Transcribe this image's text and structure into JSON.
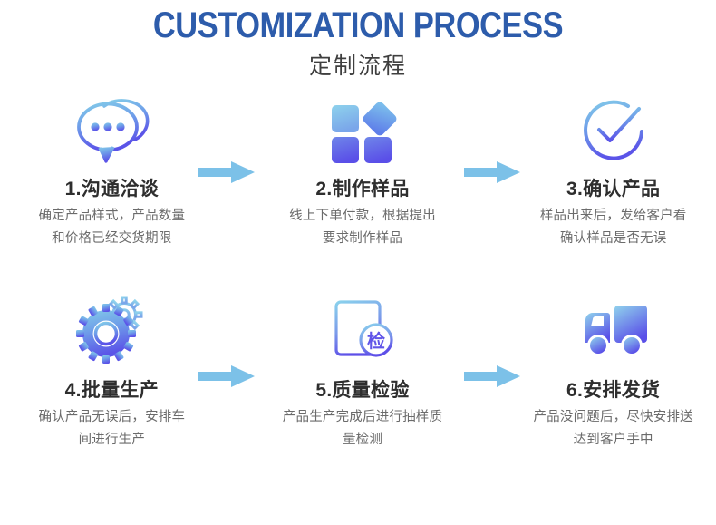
{
  "header": {
    "title_en": "CUSTOMIZATION PROCESS",
    "title_cn": "定制流程",
    "title_color": "#2d5cab",
    "subtitle_color": "#3f3f3f"
  },
  "theme": {
    "arrow_color": "#7cc1e8",
    "gradient_start": "#7fc8e8",
    "gradient_mid": "#6aa8e8",
    "gradient_end": "#5b54e8",
    "title_text_color": "#2e2e2e",
    "desc_text_color": "#6b6b6b",
    "background": "#ffffff"
  },
  "steps": [
    {
      "number": "1",
      "icon": "chat-bubble-icon",
      "title": "1.沟通洽谈",
      "desc": "确定产品样式，产品数量和价格已经交货期限"
    },
    {
      "number": "2",
      "icon": "blocks-icon",
      "title": "2.制作样品",
      "desc": "线上下单付款，根据提出要求制作样品"
    },
    {
      "number": "3",
      "icon": "check-circle-icon",
      "title": "3.确认产品",
      "desc": "样品出来后，发给客户看确认样品是否无误"
    },
    {
      "number": "4",
      "icon": "gears-icon",
      "title": "4.批量生产",
      "desc": "确认产品无误后，安排车间进行生产"
    },
    {
      "number": "5",
      "icon": "document-inspect-icon",
      "title": "5.质量检验",
      "desc": "产品生产完成后进行抽样质量检测",
      "badge_char": "检"
    },
    {
      "number": "6",
      "icon": "truck-icon",
      "title": "6.安排发货",
      "desc": "产品没问题后，尽快安排送达到客户手中"
    }
  ],
  "arrows": [
    {
      "name": "arrow-step1-to-step2",
      "direction": "right"
    },
    {
      "name": "arrow-step2-to-step3",
      "direction": "right"
    },
    {
      "name": "arrow-step4-to-step5",
      "direction": "right"
    },
    {
      "name": "arrow-step5-to-step6",
      "direction": "right"
    }
  ]
}
